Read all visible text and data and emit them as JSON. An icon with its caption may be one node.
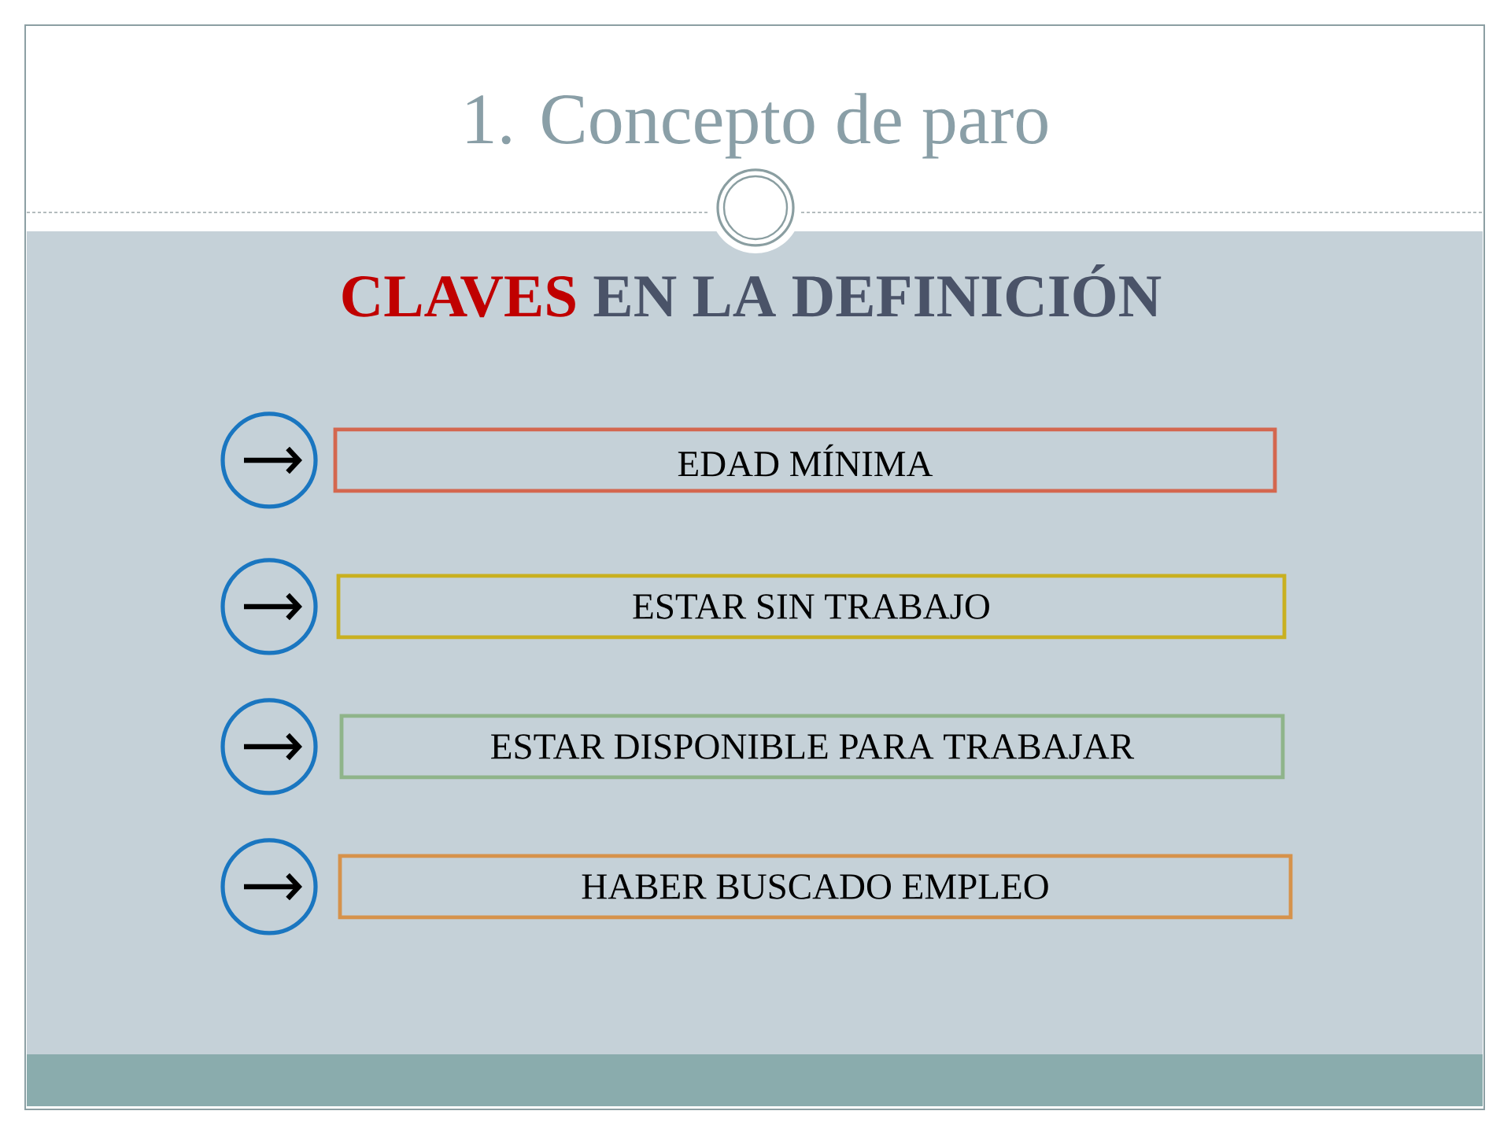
{
  "diagram": {
    "title": "1. Concepto de paro",
    "nodes": [
      {
        "text": [
          "EDAD MÍNIMA"
        ]
      },
      {
        "text": [
          "ESTAR SIN TRABAJO"
        ]
      },
      {
        "text": [
          "ESTAR DISPONIBLE PARA TRABAJAR"
        ]
      },
      {
        "text": [
          "HABER BUSCADO EMPLEO"
        ]
      }
    ],
    "labels": [
      "CLAVES",
      "EN LA DEFINICIÓN"
    ]
  }
}
